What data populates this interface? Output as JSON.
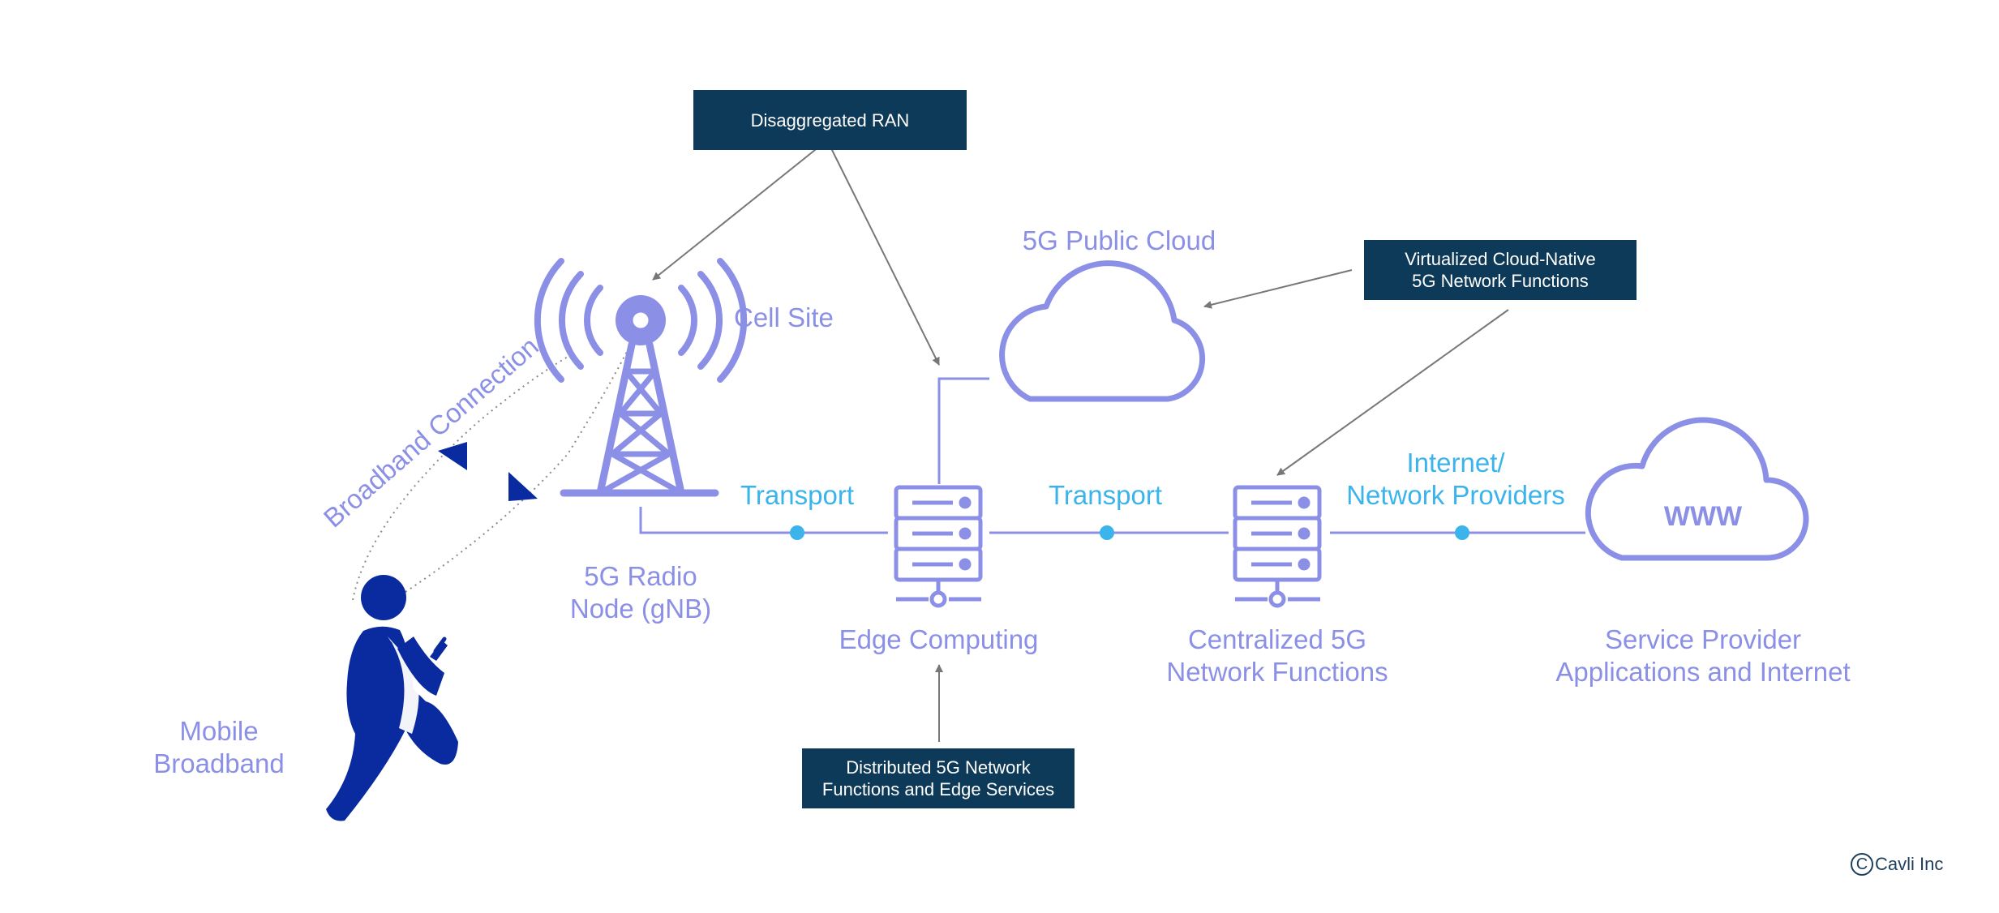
{
  "callouts": {
    "disaggregated_ran": "Disaggregated RAN",
    "virtualized_functions": "Virtualized Cloud-Native\n5G Network Functions",
    "distributed_functions": "Distributed 5G Network\nFunctions and Edge Services"
  },
  "labels": {
    "cell_site": "Cell Site",
    "public_cloud": "5G Public Cloud",
    "broadband_connection": "Broadband Connection",
    "radio_node": "5G Radio\nNode (gNB)",
    "mobile_broadband": "Mobile\nBroadband",
    "edge_computing": "Edge Computing",
    "centralized_functions": "Centralized 5G\nNetwork Functions",
    "service_provider": "Service Provider\nApplications and Internet",
    "transport_1": "Transport",
    "transport_2": "Transport",
    "internet_providers": "Internet/\nNetwork Providers",
    "www": "WWW"
  },
  "brand": {
    "name": "Cavli Inc",
    "mark": "C"
  },
  "colors": {
    "accent": "#8b90e6",
    "transport": "#3bb4ec",
    "callout_bg": "#0d3a58",
    "person": "#0a2aa0",
    "arrow": "#777777"
  },
  "icons": [
    "cell-tower-icon",
    "server-icon",
    "cloud-icon",
    "www-cloud-icon",
    "person-icon",
    "antenna-icon"
  ]
}
